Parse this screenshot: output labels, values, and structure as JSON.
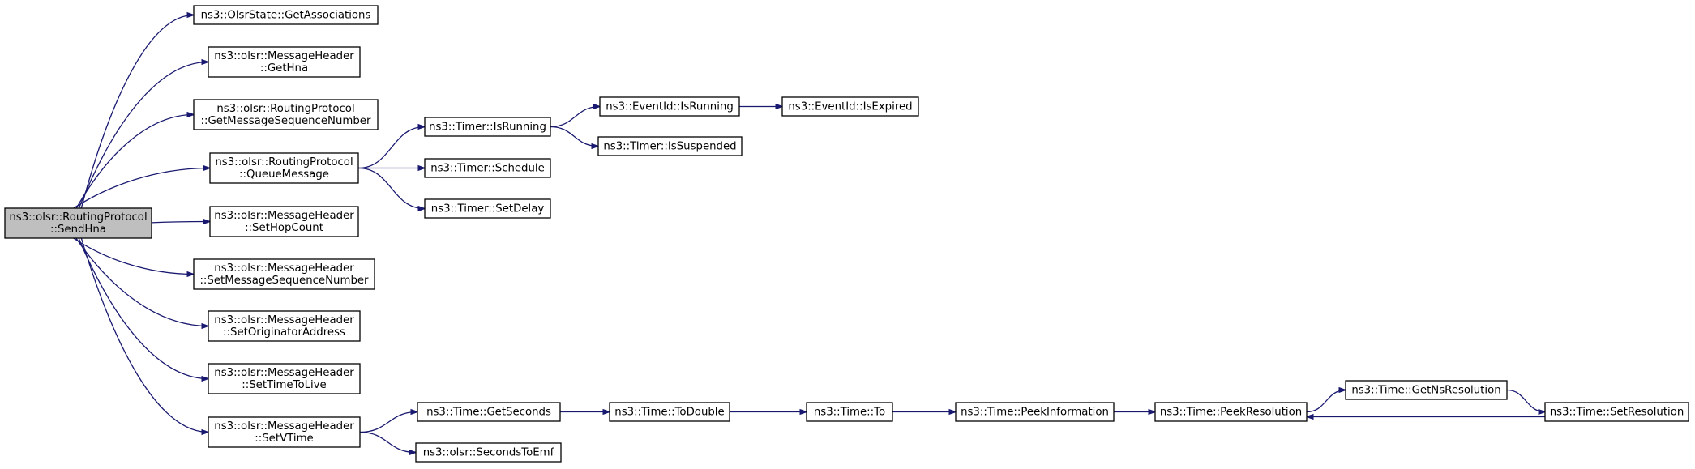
{
  "nodes": [
    {
      "id": "send_hna",
      "root": true,
      "lines": [
        "ns3::olsr::RoutingProtocol",
        "::SendHna"
      ]
    },
    {
      "id": "get_associations",
      "lines": [
        "ns3::OlsrState::GetAssociations"
      ]
    },
    {
      "id": "get_hna",
      "lines": [
        "ns3::olsr::MessageHeader",
        "::GetHna"
      ]
    },
    {
      "id": "get_msg_seq",
      "lines": [
        "ns3::olsr::RoutingProtocol",
        "::GetMessageSequenceNumber"
      ]
    },
    {
      "id": "queue_message",
      "lines": [
        "ns3::olsr::RoutingProtocol",
        "::QueueMessage"
      ]
    },
    {
      "id": "set_hop_count",
      "lines": [
        "ns3::olsr::MessageHeader",
        "::SetHopCount"
      ]
    },
    {
      "id": "set_msg_seq",
      "lines": [
        "ns3::olsr::MessageHeader",
        "::SetMessageSequenceNumber"
      ]
    },
    {
      "id": "set_originator",
      "lines": [
        "ns3::olsr::MessageHeader",
        "::SetOriginatorAddress"
      ]
    },
    {
      "id": "set_ttl",
      "lines": [
        "ns3::olsr::MessageHeader",
        "::SetTimeToLive"
      ]
    },
    {
      "id": "set_vtime",
      "lines": [
        "ns3::olsr::MessageHeader",
        "::SetVTime"
      ]
    },
    {
      "id": "timer_is_running",
      "lines": [
        "ns3::Timer::IsRunning"
      ]
    },
    {
      "id": "timer_schedule",
      "lines": [
        "ns3::Timer::Schedule"
      ]
    },
    {
      "id": "timer_set_delay",
      "lines": [
        "ns3::Timer::SetDelay"
      ]
    },
    {
      "id": "eventid_is_running",
      "lines": [
        "ns3::EventId::IsRunning"
      ]
    },
    {
      "id": "timer_is_suspended",
      "lines": [
        "ns3::Timer::IsSuspended"
      ]
    },
    {
      "id": "eventid_is_expired",
      "lines": [
        "ns3::EventId::IsExpired"
      ]
    },
    {
      "id": "time_get_seconds",
      "lines": [
        "ns3::Time::GetSeconds"
      ]
    },
    {
      "id": "seconds_to_emf",
      "lines": [
        "ns3::olsr::SecondsToEmf"
      ]
    },
    {
      "id": "time_to_double",
      "lines": [
        "ns3::Time::ToDouble"
      ]
    },
    {
      "id": "time_to",
      "lines": [
        "ns3::Time::To"
      ]
    },
    {
      "id": "time_peek_information",
      "lines": [
        "ns3::Time::PeekInformation"
      ]
    },
    {
      "id": "time_peek_resolution",
      "lines": [
        "ns3::Time::PeekResolution"
      ]
    },
    {
      "id": "time_get_ns_resolution",
      "lines": [
        "ns3::Time::GetNsResolution"
      ]
    },
    {
      "id": "time_set_resolution",
      "lines": [
        "ns3::Time::SetResolution"
      ]
    }
  ],
  "edges": [
    {
      "from": "send_hna",
      "to": "get_associations"
    },
    {
      "from": "send_hna",
      "to": "get_hna"
    },
    {
      "from": "send_hna",
      "to": "get_msg_seq"
    },
    {
      "from": "send_hna",
      "to": "queue_message"
    },
    {
      "from": "send_hna",
      "to": "set_hop_count"
    },
    {
      "from": "send_hna",
      "to": "set_msg_seq"
    },
    {
      "from": "send_hna",
      "to": "set_originator"
    },
    {
      "from": "send_hna",
      "to": "set_ttl"
    },
    {
      "from": "send_hna",
      "to": "set_vtime"
    },
    {
      "from": "queue_message",
      "to": "timer_is_running"
    },
    {
      "from": "queue_message",
      "to": "timer_schedule"
    },
    {
      "from": "queue_message",
      "to": "timer_set_delay"
    },
    {
      "from": "timer_is_running",
      "to": "eventid_is_running"
    },
    {
      "from": "timer_is_running",
      "to": "timer_is_suspended"
    },
    {
      "from": "eventid_is_running",
      "to": "eventid_is_expired"
    },
    {
      "from": "set_vtime",
      "to": "time_get_seconds"
    },
    {
      "from": "set_vtime",
      "to": "seconds_to_emf"
    },
    {
      "from": "time_get_seconds",
      "to": "time_to_double"
    },
    {
      "from": "time_to_double",
      "to": "time_to"
    },
    {
      "from": "time_to",
      "to": "time_peek_information"
    },
    {
      "from": "time_peek_information",
      "to": "time_peek_resolution"
    },
    {
      "from": "time_peek_resolution",
      "to": "time_get_ns_resolution"
    },
    {
      "from": "time_get_ns_resolution",
      "to": "time_set_resolution"
    },
    {
      "from": "time_set_resolution",
      "to": "time_peek_resolution"
    }
  ],
  "colors": {
    "edge": "#191970",
    "root_fill": "#bfbfbf",
    "node_fill": "#ffffff",
    "node_stroke": "#000000"
  }
}
